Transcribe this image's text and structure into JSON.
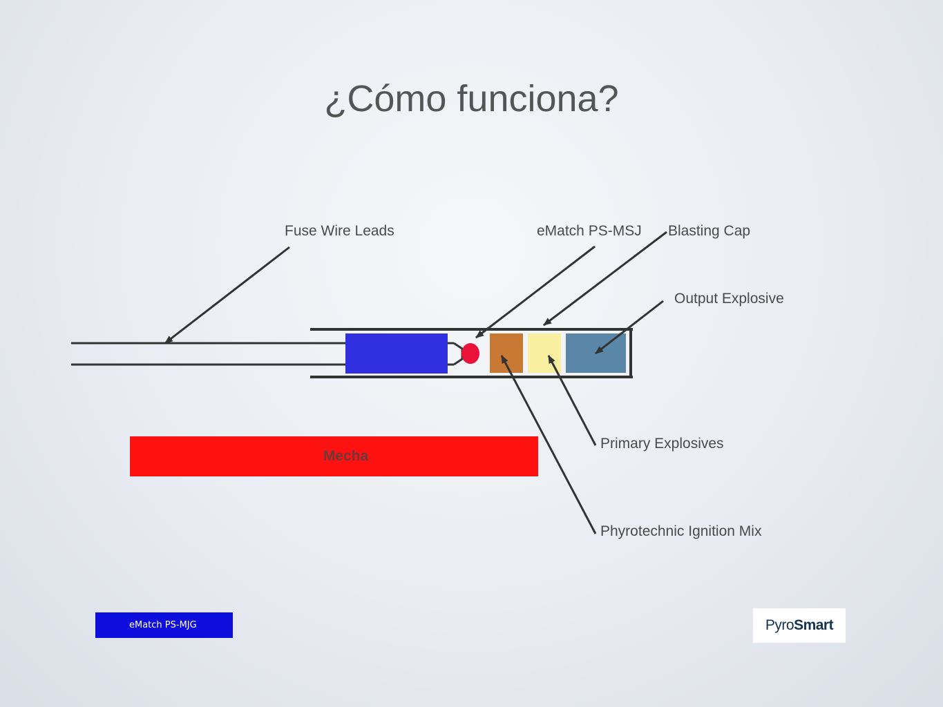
{
  "slide": {
    "title": "¿Cómo funciona?"
  },
  "labels": {
    "fuse_wire_leads": "Fuse Wire Leads",
    "ematch": "eMatch PS-MSJ",
    "blasting_cap": "Blasting Cap",
    "output_explosive": "Output Explosive",
    "primary_explosives": "Primary Explosives",
    "ignition_mix": "Phyrotechnic Ignition Mix",
    "mecha": "Mecha"
  },
  "product_tag": "eMatch PS-MJG",
  "logo": {
    "part1": "Pyro",
    "part2": "Smart"
  },
  "colors": {
    "plug": "#3030e0",
    "match_head": "#e8123a",
    "ignition_mix": "#c87a34",
    "primary_explosive": "#f8f0a0",
    "output_explosive": "#5a87a8",
    "mecha": "#fe1111",
    "line": "#333333"
  }
}
